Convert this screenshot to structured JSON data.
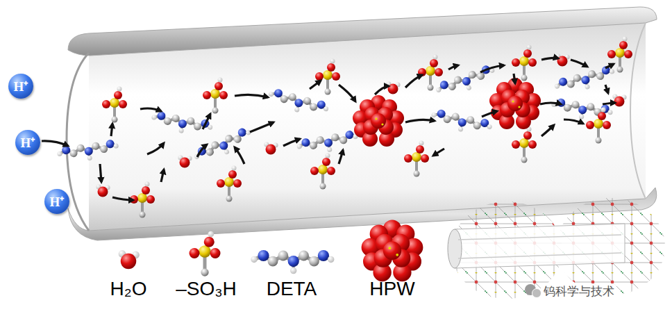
{
  "diagram": {
    "nodes": [
      {
        "text": [
          "H⁺"
        ]
      },
      {
        "text": [
          "H⁺"
        ]
      },
      {
        "text": [
          "H⁺"
        ]
      }
    ],
    "labels": [
      "钨科学与技术"
    ],
    "legend": [
      {
        "text": "H₂O"
      },
      {
        "text": "–SO₃H"
      },
      {
        "text": "DETA"
      },
      {
        "text": "HPW"
      }
    ]
  }
}
